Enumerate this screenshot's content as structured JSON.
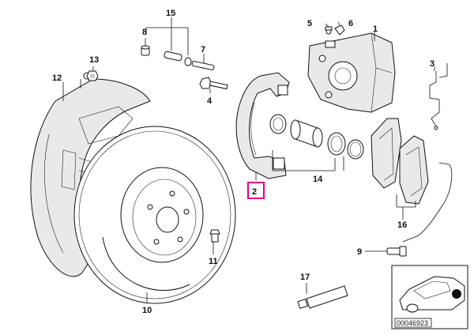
{
  "callouts": {
    "c1": "1",
    "c2": "2",
    "c3": "3",
    "c4": "4",
    "c5": "5",
    "c6": "6",
    "c7": "7",
    "c8": "8",
    "c9": "9",
    "c10": "10",
    "c11": "11",
    "c12": "12",
    "c13": "13",
    "c14": "14",
    "c15": "15",
    "c16": "16",
    "c17": "17"
  },
  "highlight": {
    "callout": "2",
    "color": "#e6007e"
  },
  "inset": {
    "reference_number": "00046923"
  },
  "icons": {
    "car": "car-location-icon"
  }
}
